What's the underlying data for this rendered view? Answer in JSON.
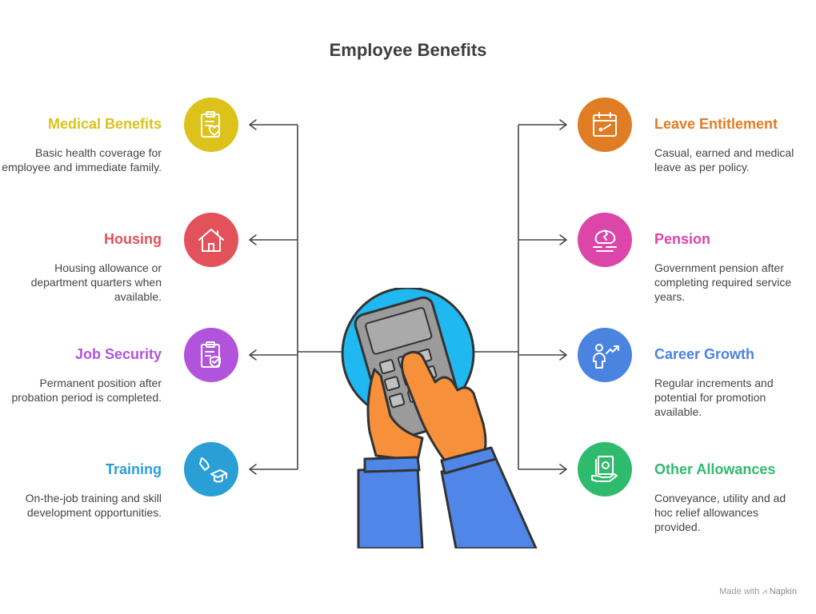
{
  "title": "Employee Benefits",
  "left_items": [
    {
      "heading": "Medical Benefits",
      "description": "Basic health coverage for employee and immediate family.",
      "color": "#dcc21b",
      "icon": "clipboard-heart-icon"
    },
    {
      "heading": "Housing",
      "description": "Housing allowance or department quarters when available.",
      "color": "#e3525b",
      "icon": "house-icon"
    },
    {
      "heading": "Job Security",
      "description": "Permanent position after probation period is completed.",
      "color": "#b253dc",
      "icon": "clipboard-shield-icon"
    },
    {
      "heading": "Training",
      "description": "On-the-job training and skill development opportunities.",
      "color": "#2a9fd6",
      "icon": "graduation-cap-icon"
    }
  ],
  "right_items": [
    {
      "heading": "Leave Entitlement",
      "description": "Casual, earned and medical leave as per policy.",
      "color": "#e07c24",
      "icon": "calendar-icon"
    },
    {
      "heading": "Pension",
      "description": "Government pension after completing required service years.",
      "color": "#db46a8",
      "icon": "piggy-bank-icon"
    },
    {
      "heading": "Career Growth",
      "description": "Regular increments and potential for promotion available.",
      "color": "#4a83e0",
      "icon": "person-growth-icon"
    },
    {
      "heading": "Other Allowances",
      "description": "Conveyance, utility and ad hoc relief allowances provided.",
      "color": "#2fbb6d",
      "icon": "money-hand-icon"
    }
  ],
  "central_icon": "calculator-hands-icon",
  "watermark": {
    "prefix": "Made with",
    "brand": "Napkin"
  }
}
